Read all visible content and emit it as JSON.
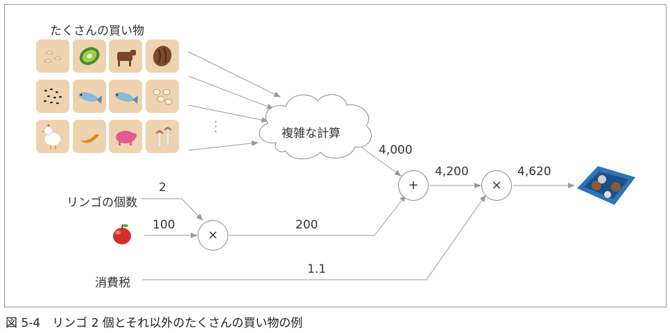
{
  "shopping": {
    "title": "たくさんの買い物",
    "items": [
      "cashew-icon",
      "kiwi-icon",
      "cow-icon",
      "walnut-icon",
      "sesame-icon",
      "fish-icon",
      "fish-icon",
      "beans-icon",
      "chicken-icon",
      "sweet-potato-icon",
      "pig-icon",
      "mushroom-icon"
    ],
    "ellipsis": "⋮"
  },
  "complex_calc": {
    "label": "複雑な計算"
  },
  "inputs": {
    "apple_count_label": "リンゴの個数",
    "apple_count_value": "2",
    "apple_price_value": "100",
    "tax_label": "消費税",
    "tax_value": "1.1"
  },
  "nodes": {
    "mul1": "×",
    "add": "+",
    "mul2": "×"
  },
  "values": {
    "apple_total": "200",
    "other_total": "4,000",
    "sum": "4,200",
    "final": "4,620"
  },
  "caption": "図 5-4　リンゴ 2 個とそれ以外のたくさんの買い物の例",
  "colors": {
    "tile_bg": "#efd3b0",
    "apple": "#d3302a",
    "tray": "#2e73b8",
    "line": "#9a9a9a"
  }
}
